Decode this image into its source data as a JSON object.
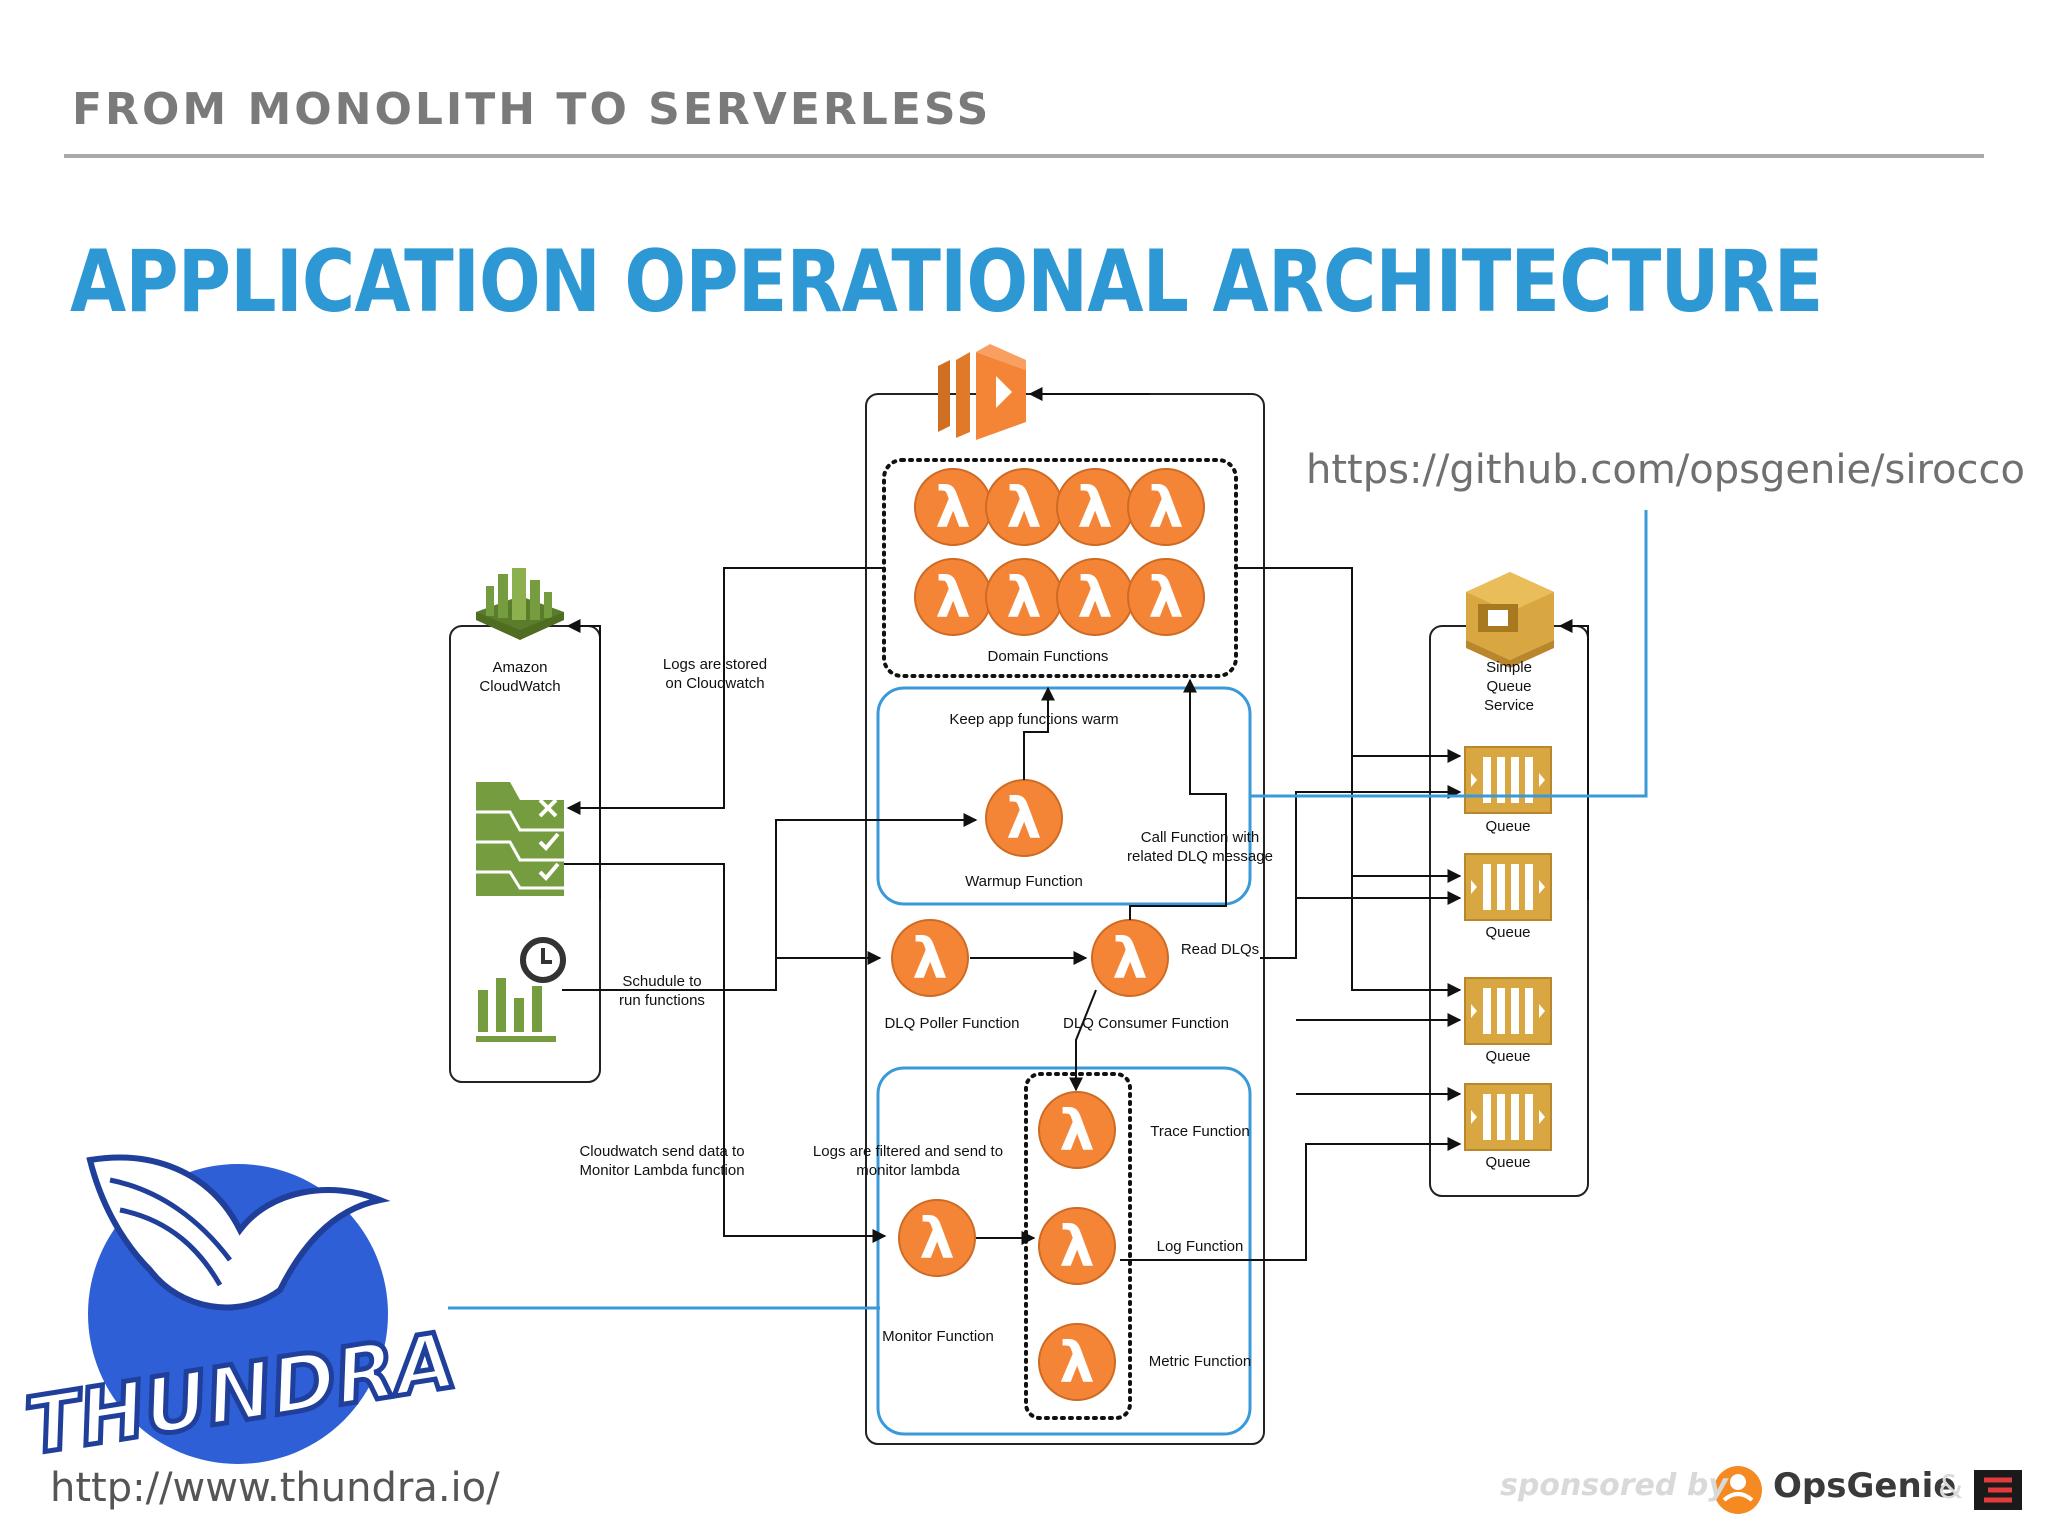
{
  "header": {
    "kicker": "FROM MONOLITH TO SERVERLESS",
    "title": "APPLICATION OPERATIONAL ARCHITECTURE"
  },
  "links": {
    "github": "https://github.com/opsgenie/sirocco",
    "thundra": "http://www.thundra.io/"
  },
  "footer": {
    "sponsored_by": "sponsored by",
    "opsgenie": "OpsGenie",
    "ampersand": "&"
  },
  "logo": {
    "thundra_wordmark": "THUNDRA"
  },
  "diagram": {
    "cloudwatch_label": [
      "Amazon",
      "CloudWatch"
    ],
    "sqs_label": [
      "Simple",
      "Queue",
      "Service"
    ],
    "domain_functions": "Domain Functions",
    "keep_warm": "Keep app functions warm",
    "warmup_function": "Warmup Function",
    "call_function": [
      "Call Function with",
      "related DLQ message"
    ],
    "logs_stored": [
      "Logs are stored",
      "on Cloudwatch"
    ],
    "schedule": [
      "Schudule to",
      "run functions"
    ],
    "read_dlqs": "Read DLQs",
    "dlq_poller": "DLQ Poller Function",
    "dlq_consumer": "DLQ Consumer Function",
    "cloudwatch_send": [
      "Cloudwatch send  data to",
      "Monitor Lambda function"
    ],
    "logs_filtered": [
      "Logs are filtered and send to",
      "monitor lambda"
    ],
    "monitor_function": "Monitor Function",
    "trace_function": "Trace Function",
    "log_function": "Log Function",
    "metric_function": "Metric Function",
    "queue_label": "Queue",
    "lambda_glyph": "λ"
  },
  "colors": {
    "title_blue": "#2e98d4",
    "lambda_orange": "#f58536",
    "queue_gold": "#d9a741",
    "cloudwatch_green": "#759c3e",
    "highlight_blue": "#3a9ad9",
    "thundra_blue": "#2f5fd6"
  },
  "icons": [
    "aws-lambda-icon",
    "amazon-cloudwatch-icon",
    "cloudwatch-logs-icon",
    "cloudwatch-events-icon",
    "amazon-sqs-icon",
    "sqs-queue-icon",
    "thundra-logo",
    "opsgenie-logo"
  ]
}
